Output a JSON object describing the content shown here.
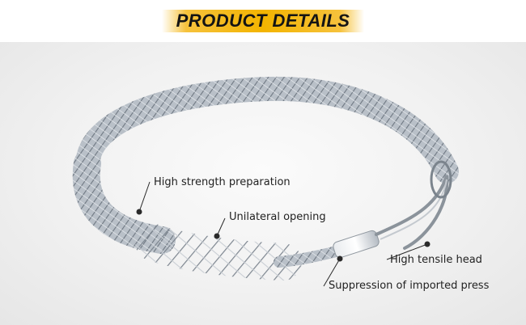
{
  "header": {
    "title": "PRODUCT DETAILS"
  },
  "product": {
    "callouts": [
      {
        "label": "High strength preparation"
      },
      {
        "label": "Unilateral opening"
      },
      {
        "label": "High tensile head"
      },
      {
        "label": "Suppression of imported press"
      }
    ]
  },
  "colors": {
    "banner_accent": "#f3b400",
    "title_text": "#141414",
    "callout_text": "#222222",
    "mesh_steel": "#9aa3ad"
  }
}
